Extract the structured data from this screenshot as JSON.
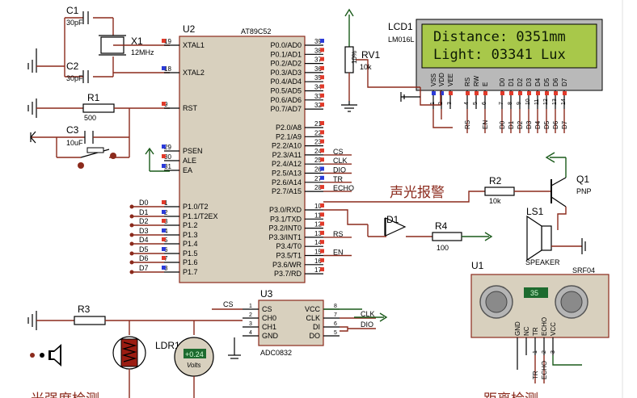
{
  "lcd": {
    "ref": "LCD1",
    "part": "LM016L",
    "line1": "Distance: 0351mm",
    "line2": "Light: 03341 Lux",
    "pins": [
      "VSS",
      "VDD",
      "VEE",
      "RS",
      "RW",
      "E",
      "D0",
      "D1",
      "D2",
      "D3",
      "D4",
      "D5",
      "D6",
      "D7"
    ],
    "nums": [
      "1",
      "2",
      "3",
      "4",
      "5",
      "6",
      "7",
      "8",
      "9",
      "10",
      "11",
      "12",
      "13",
      "14"
    ],
    "nets": [
      "RS",
      "EN",
      "D0",
      "D1",
      "D2",
      "D3",
      "D4",
      "D5",
      "D6",
      "D7"
    ]
  },
  "mcu": {
    "ref": "U2",
    "part": "AT89C52",
    "left_pins": [
      [
        "XTAL1",
        "19"
      ],
      [
        "XTAL2",
        "18"
      ],
      [
        "RST",
        "9"
      ],
      [
        "PSEN",
        "29"
      ],
      [
        "ALE",
        "30"
      ],
      [
        "EA",
        "31"
      ],
      [
        "P1.0/T2",
        "1"
      ],
      [
        "P1.1/T2EX",
        "2"
      ],
      [
        "P1.2",
        "3"
      ],
      [
        "P1.3",
        "4"
      ],
      [
        "P1.4",
        "5"
      ],
      [
        "P1.5",
        "6"
      ],
      [
        "P1.6",
        "7"
      ],
      [
        "P1.7",
        "8"
      ]
    ],
    "right_pins": [
      [
        "P0.0/AD0",
        "39"
      ],
      [
        "P0.1/AD1",
        "38"
      ],
      [
        "P0.2/AD2",
        "37"
      ],
      [
        "P0.3/AD3",
        "36"
      ],
      [
        "P0.4/AD4",
        "35"
      ],
      [
        "P0.5/AD5",
        "34"
      ],
      [
        "P0.6/AD6",
        "33"
      ],
      [
        "P0.7/AD7",
        "32"
      ],
      [
        "P2.0/A8",
        "21"
      ],
      [
        "P2.1/A9",
        "22"
      ],
      [
        "P2.2/A10",
        "23"
      ],
      [
        "P2.3/A11",
        "24"
      ],
      [
        "P2.4/A12",
        "25"
      ],
      [
        "P2.5/A13",
        "26"
      ],
      [
        "P2.6/A14",
        "27"
      ],
      [
        "P2.7/A15",
        "28"
      ],
      [
        "P3.0/RXD",
        "10"
      ],
      [
        "P3.1/TXD",
        "11"
      ],
      [
        "P3.2/INT0",
        "12"
      ],
      [
        "P3.3/INT1",
        "13"
      ],
      [
        "P3.4/T0",
        "14"
      ],
      [
        "P3.5/T1",
        "15"
      ],
      [
        "P3.6/WR",
        "16"
      ],
      [
        "P3.7/RD",
        "17"
      ]
    ],
    "p2_nets": [
      "CS",
      "CLK",
      "DIO",
      "TR",
      "ECHO"
    ],
    "p3_nets": [
      "RS",
      "EN"
    ],
    "p1_nets": [
      "D0",
      "D1",
      "D2",
      "D3",
      "D4",
      "D5",
      "D6",
      "D7"
    ]
  },
  "crystal": {
    "c1": "C1",
    "c1v": "30pF",
    "c2": "C2",
    "c2v": "30pF",
    "x1": "X1",
    "x1v": "12MHz"
  },
  "reset": {
    "r1": "R1",
    "r1v": "500",
    "c3": "C3",
    "c3v": "10uF"
  },
  "rv1": {
    "ref": "RV1",
    "val": "10k",
    "pct": "10%"
  },
  "alarm": {
    "title": "声光报警",
    "r2": "R2",
    "r2v": "10k",
    "q1": "Q1",
    "q1t": "PNP",
    "d1": "D1",
    "r4": "R4",
    "r4v": "100",
    "ls1": "LS1",
    "ls1t": "SPEAKER"
  },
  "sonar": {
    "ref": "U1",
    "part": "SRF04",
    "reading": "35",
    "pins": [
      "GND",
      "NC",
      "TR",
      "ECHO",
      "VCC"
    ],
    "nets": [
      "TR",
      "ECHO"
    ],
    "nums": [
      "3",
      "2",
      "1"
    ],
    "title": "距离检测"
  },
  "adc": {
    "ref": "U3",
    "part": "ADC0832",
    "left": [
      "CS",
      "CH0",
      "CH1",
      "GND"
    ],
    "right": [
      "VCC",
      "CLK",
      "DI",
      "DO"
    ],
    "lnums": [
      "1",
      "2",
      "3",
      "4"
    ],
    "rnums": [
      "8",
      "7",
      "6",
      "5"
    ],
    "nets": [
      "CS",
      "CLK",
      "DIO"
    ]
  },
  "light": {
    "r3": "R3",
    "ldr": "LDR1",
    "meter": "+0.24",
    "meter_unit": "Volts",
    "title": "光强度检测"
  }
}
